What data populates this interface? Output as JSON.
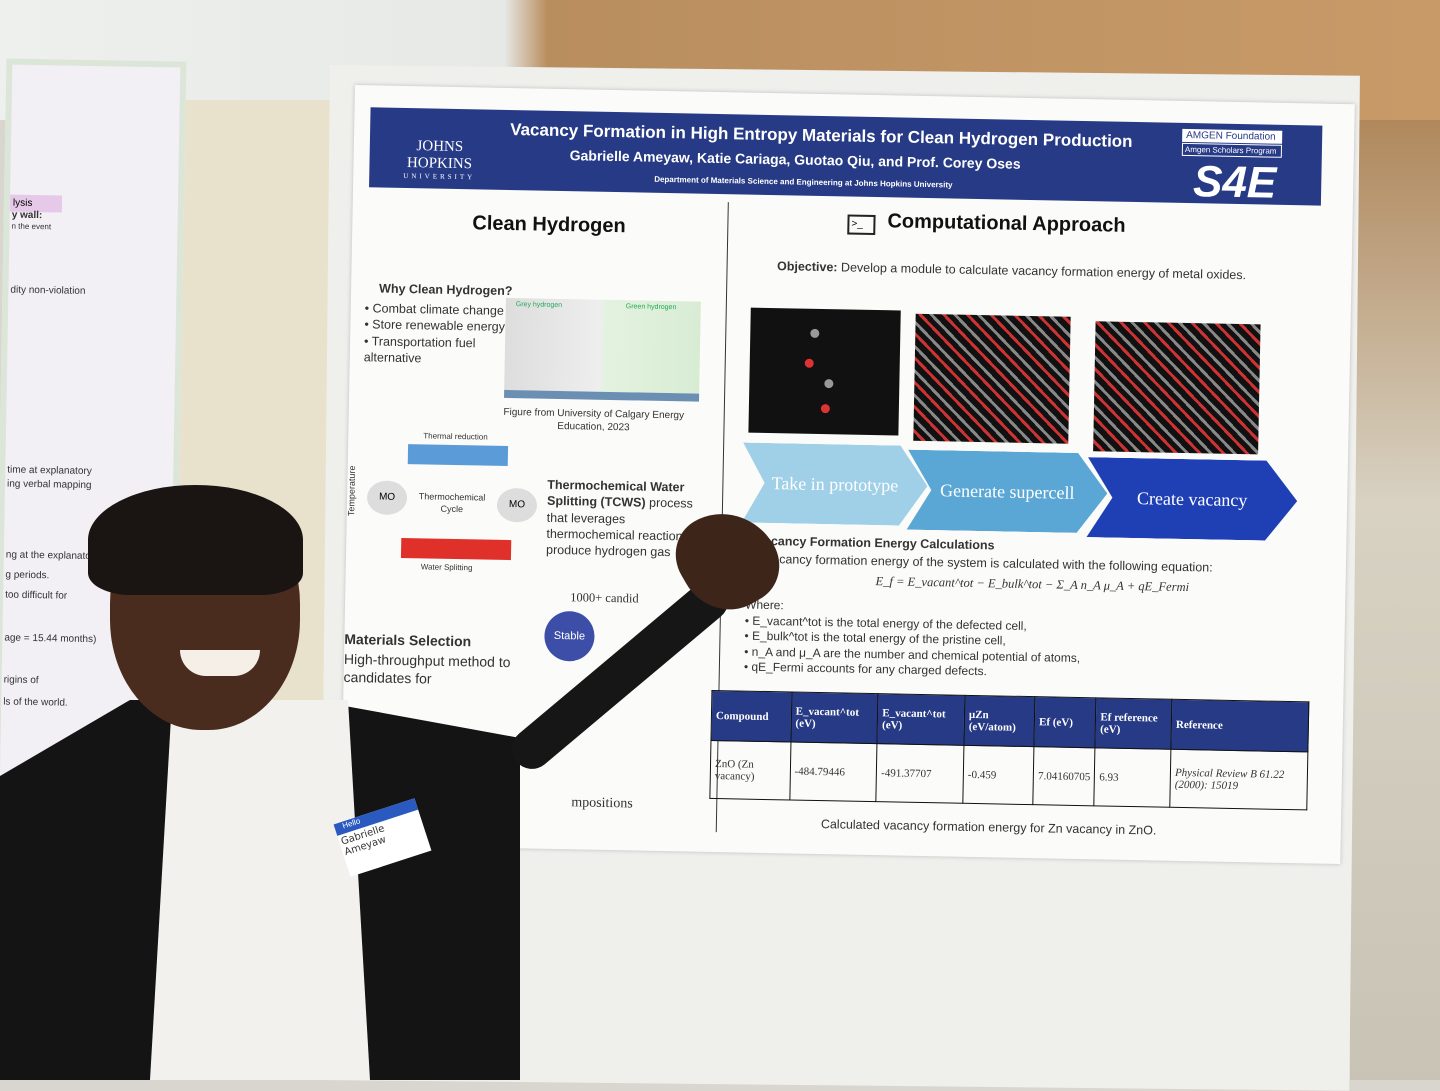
{
  "left_poster": {
    "heading": "lysis",
    "lines": [
      "y wall:",
      "n the event",
      "dity non-violation",
      "time at explanatory",
      "ing verbal mapping",
      "ng at the explanato",
      "g periods.",
      "too difficult for",
      "age = 15.44 months)",
      "rigins of",
      "ls of the world."
    ]
  },
  "poster": {
    "title": "Vacancy Formation in High Entropy Materials for Clean Hydrogen Production",
    "authors": "Gabrielle Ameyaw, Katie Cariaga, Guotao Qiu, and Prof. Corey Oses",
    "department": "Department of Materials Science and Engineering at Johns Hopkins University",
    "university": "JOHNS HOPKINS",
    "university_sub": "UNIVERSITY",
    "sponsor": "AMGEN Foundation",
    "sponsor_program": "Amgen Scholars Program",
    "program_logo": "S4E",
    "left": {
      "heading": "Clean Hydrogen",
      "why": "Why Clean Hydrogen?",
      "bullets": [
        "• Combat climate change",
        "• Store renewable energy",
        "• Transportation fuel alternative"
      ],
      "grey_label": "Grey hydrogen",
      "green_label": "Green hydrogen",
      "figure_credit": "Figure from University of Calgary Energy Education, 2023",
      "cycle": {
        "thermal": "Thermal reduction",
        "center": "Thermochemical Cycle",
        "water": "Water Splitting",
        "axis": "Temperature",
        "mo": "MO"
      },
      "tcws_title": "Thermochemical Water Splitting (TCWS)",
      "tcws_text": "process that leverages thermochemical reactions to produce hydrogen gas",
      "materials_title": "Materials Selection",
      "materials_text": "High-throughput method to candidates for",
      "candidates": "1000+ candid",
      "stable": "Stable",
      "compositions": "mpositions"
    },
    "right": {
      "heading": "Computational Approach",
      "objective_label": "Objective:",
      "objective": "Develop a module to calculate vacancy formation energy of metal oxides.",
      "steps": [
        "Take in prototype",
        "Generate supercell",
        "Create vacancy"
      ],
      "vfe_title": "Vacancy Formation Energy Calculations",
      "vfe_text": "vacancy formation energy of the system is calculated with the following equation:",
      "equation": "E_f = E_vacant^tot − E_bulk^tot − Σ_A n_A μ_A + qE_Fermi",
      "where": "Where:",
      "defs": [
        "• E_vacant^tot is the total energy of the defected cell,",
        "• E_bulk^tot is the total energy of the pristine cell,",
        "• n_A and μ_A are the number and chemical potential of atoms,",
        "• qE_Fermi accounts for any charged defects."
      ],
      "table": {
        "headers": [
          "Compound",
          "E_vacant^tot (eV)",
          "E_vacant^tot (eV)",
          "μZn (eV/atom)",
          "Ef (eV)",
          "Ef reference (eV)",
          "Reference"
        ],
        "rows": [
          [
            "ZnO (Zn vacancy)",
            "-484.79446",
            "-491.37707",
            "-0.459",
            "7.04160705",
            "6.93",
            "Physical Review B 61.22 (2000): 15019"
          ]
        ]
      },
      "caption": "Calculated vacancy formation energy for Zn vacancy in ZnO."
    }
  },
  "name_tag": {
    "header": "Hello",
    "name": "Gabrielle Ameyaw"
  },
  "colors": {
    "banner": "#273a85",
    "step1": "#9fd0e8",
    "step2": "#5aa7d6",
    "step3": "#1f3fb5"
  }
}
